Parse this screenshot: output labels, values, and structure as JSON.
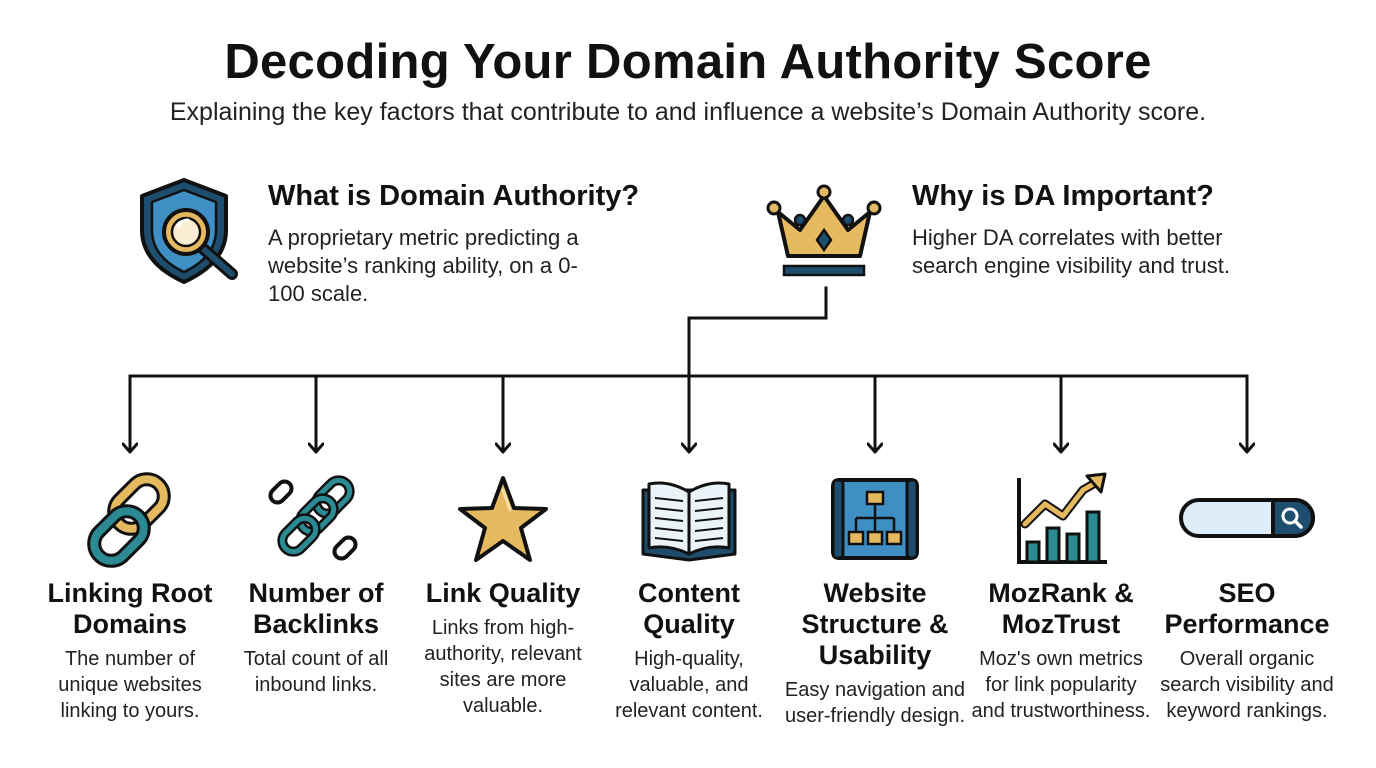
{
  "title": "Decoding Your Domain Authority Score",
  "subtitle": "Explaining the key factors that contribute to and influence a website’s Domain Authority score.",
  "top_sections": [
    {
      "icon": "shield-magnifier-icon",
      "heading": "What is Domain Authority?",
      "text": "A proprietary metric predicting a website’s ranking ability, on a 0-100 scale."
    },
    {
      "icon": "crown-icon",
      "heading": "Why is DA Important?",
      "text": "Higher DA correlates with better search engine visibility and trust."
    }
  ],
  "factors": [
    {
      "icon": "chain-link-icon",
      "title": "Linking Root Domains",
      "desc": "The number of unique websites linking to yours."
    },
    {
      "icon": "multiple-links-icon",
      "title": "Number of Backlinks",
      "desc": "Total count of all inbound links."
    },
    {
      "icon": "star-icon",
      "title": "Link Quality",
      "desc": "Links from high-authority, relevant sites are more valuable."
    },
    {
      "icon": "open-book-icon",
      "title": "Content Quality",
      "desc": "High-quality, valuable, and relevant content."
    },
    {
      "icon": "sitemap-blueprint-icon",
      "title": "Website Structure & Usability",
      "desc": "Easy navigation and user-friendly design."
    },
    {
      "icon": "growth-chart-icon",
      "title": "MozRank & MozTrust",
      "desc": "Moz's own metrics for link popularity and trustworthiness."
    },
    {
      "icon": "search-bar-icon",
      "title": "SEO Performance",
      "desc": "Overall organic search visibility and keyword rankings."
    }
  ],
  "colors": {
    "gold": "#e5b95f",
    "teal": "#2b8a93",
    "navy": "#1f3d53",
    "light_blue": "#4aa3d6",
    "line": "#111111"
  }
}
